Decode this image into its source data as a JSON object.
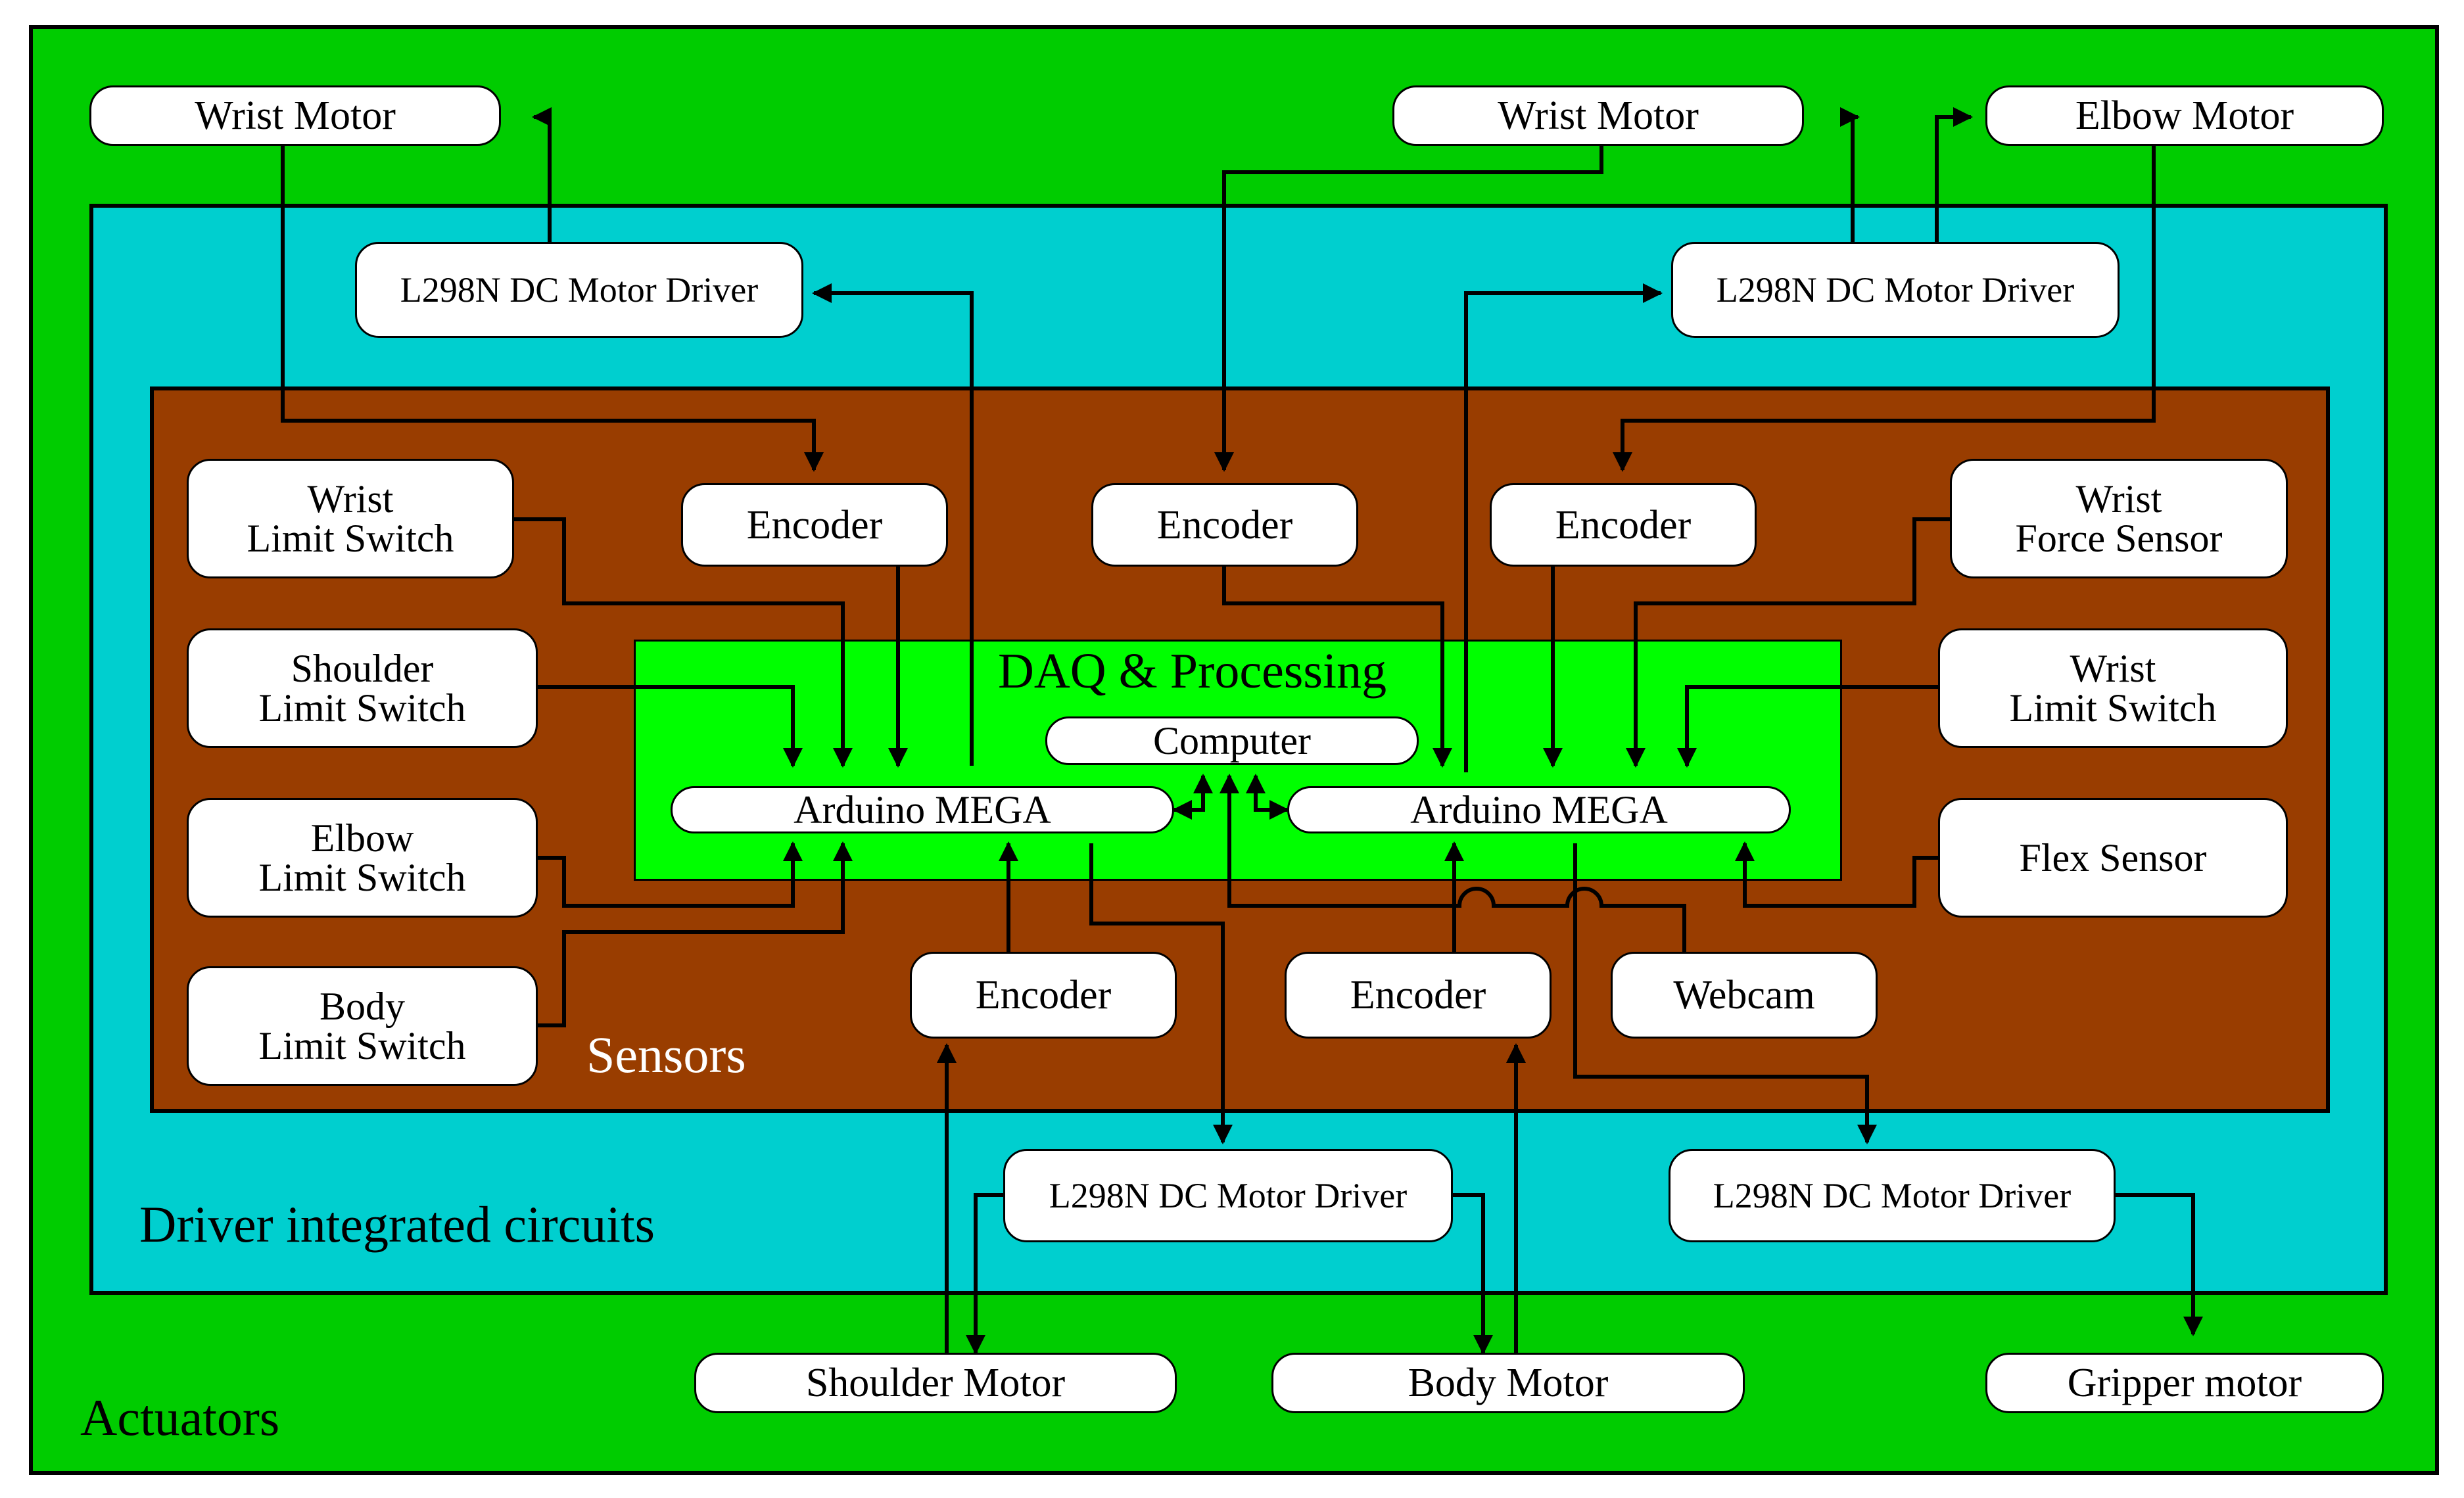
{
  "layers": {
    "actuators": "Actuators",
    "drivers": "Driver integrated circuits",
    "sensors": "Sensors",
    "daq": "DAQ & Processing"
  },
  "actuators": {
    "wrist_motor_left": "Wrist Motor",
    "wrist_motor_right": "Wrist Motor",
    "elbow_motor": "Elbow Motor",
    "shoulder_motor": "Shoulder Motor",
    "body_motor": "Body Motor",
    "gripper_motor": "Gripper motor"
  },
  "drivers": {
    "driver_top_left": "L298N DC Motor Driver",
    "driver_top_right": "L298N DC Motor Driver",
    "driver_bottom_mid": "L298N DC Motor Driver",
    "driver_bottom_right": "L298N DC Motor Driver"
  },
  "sensors": {
    "wrist_limit_left": [
      "Wrist",
      "Limit Switch"
    ],
    "shoulder_limit": [
      "Shoulder",
      "Limit Switch"
    ],
    "elbow_limit": [
      "Elbow",
      "Limit Switch"
    ],
    "body_limit": [
      "Body",
      "Limit Switch"
    ],
    "encoder_top_1": "Encoder",
    "encoder_top_2": "Encoder",
    "encoder_top_3": "Encoder",
    "encoder_bottom_1": "Encoder",
    "encoder_bottom_2": "Encoder",
    "webcam": "Webcam",
    "wrist_force": [
      "Wrist",
      "Force Sensor"
    ],
    "wrist_limit_right": [
      "Wrist",
      "Limit Switch"
    ],
    "flex_sensor": "Flex Sensor"
  },
  "daq": {
    "computer": "Computer",
    "arduino_left": "Arduino MEGA",
    "arduino_right": "Arduino MEGA"
  },
  "colors": {
    "actuators_bg": "#00cc00",
    "drivers_bg": "#00cfcf",
    "sensors_bg": "#993d00",
    "daq_bg": "#00ff00",
    "sensors_text": "#ffffff"
  }
}
